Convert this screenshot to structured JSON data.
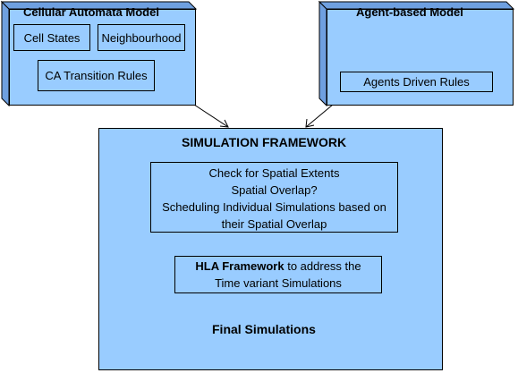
{
  "diagram": {
    "ca_model": {
      "title": "Cellular Automata Model",
      "cell_states": "Cell States",
      "neighbourhood": "Neighbourhood",
      "transition_rules": "CA Transition Rules"
    },
    "agent_model": {
      "title": "Agent-based Model",
      "rules": "Agents Driven Rules"
    },
    "framework": {
      "title": "SIMULATION FRAMEWORK",
      "spatial": {
        "line1": "Check for Spatial Extents",
        "line2": "Spatial Overlap?",
        "line3": "Scheduling Individual Simulations based on",
        "line4": "their Spatial Overlap"
      },
      "hla": {
        "bold": "HLA Framework",
        "rest": " to address the",
        "line2": "Time variant Simulations"
      },
      "final": "Final Simulations"
    },
    "colors": {
      "fill": "#99ccff",
      "shadow": "#6fa0e0",
      "stroke": "#000000"
    }
  }
}
